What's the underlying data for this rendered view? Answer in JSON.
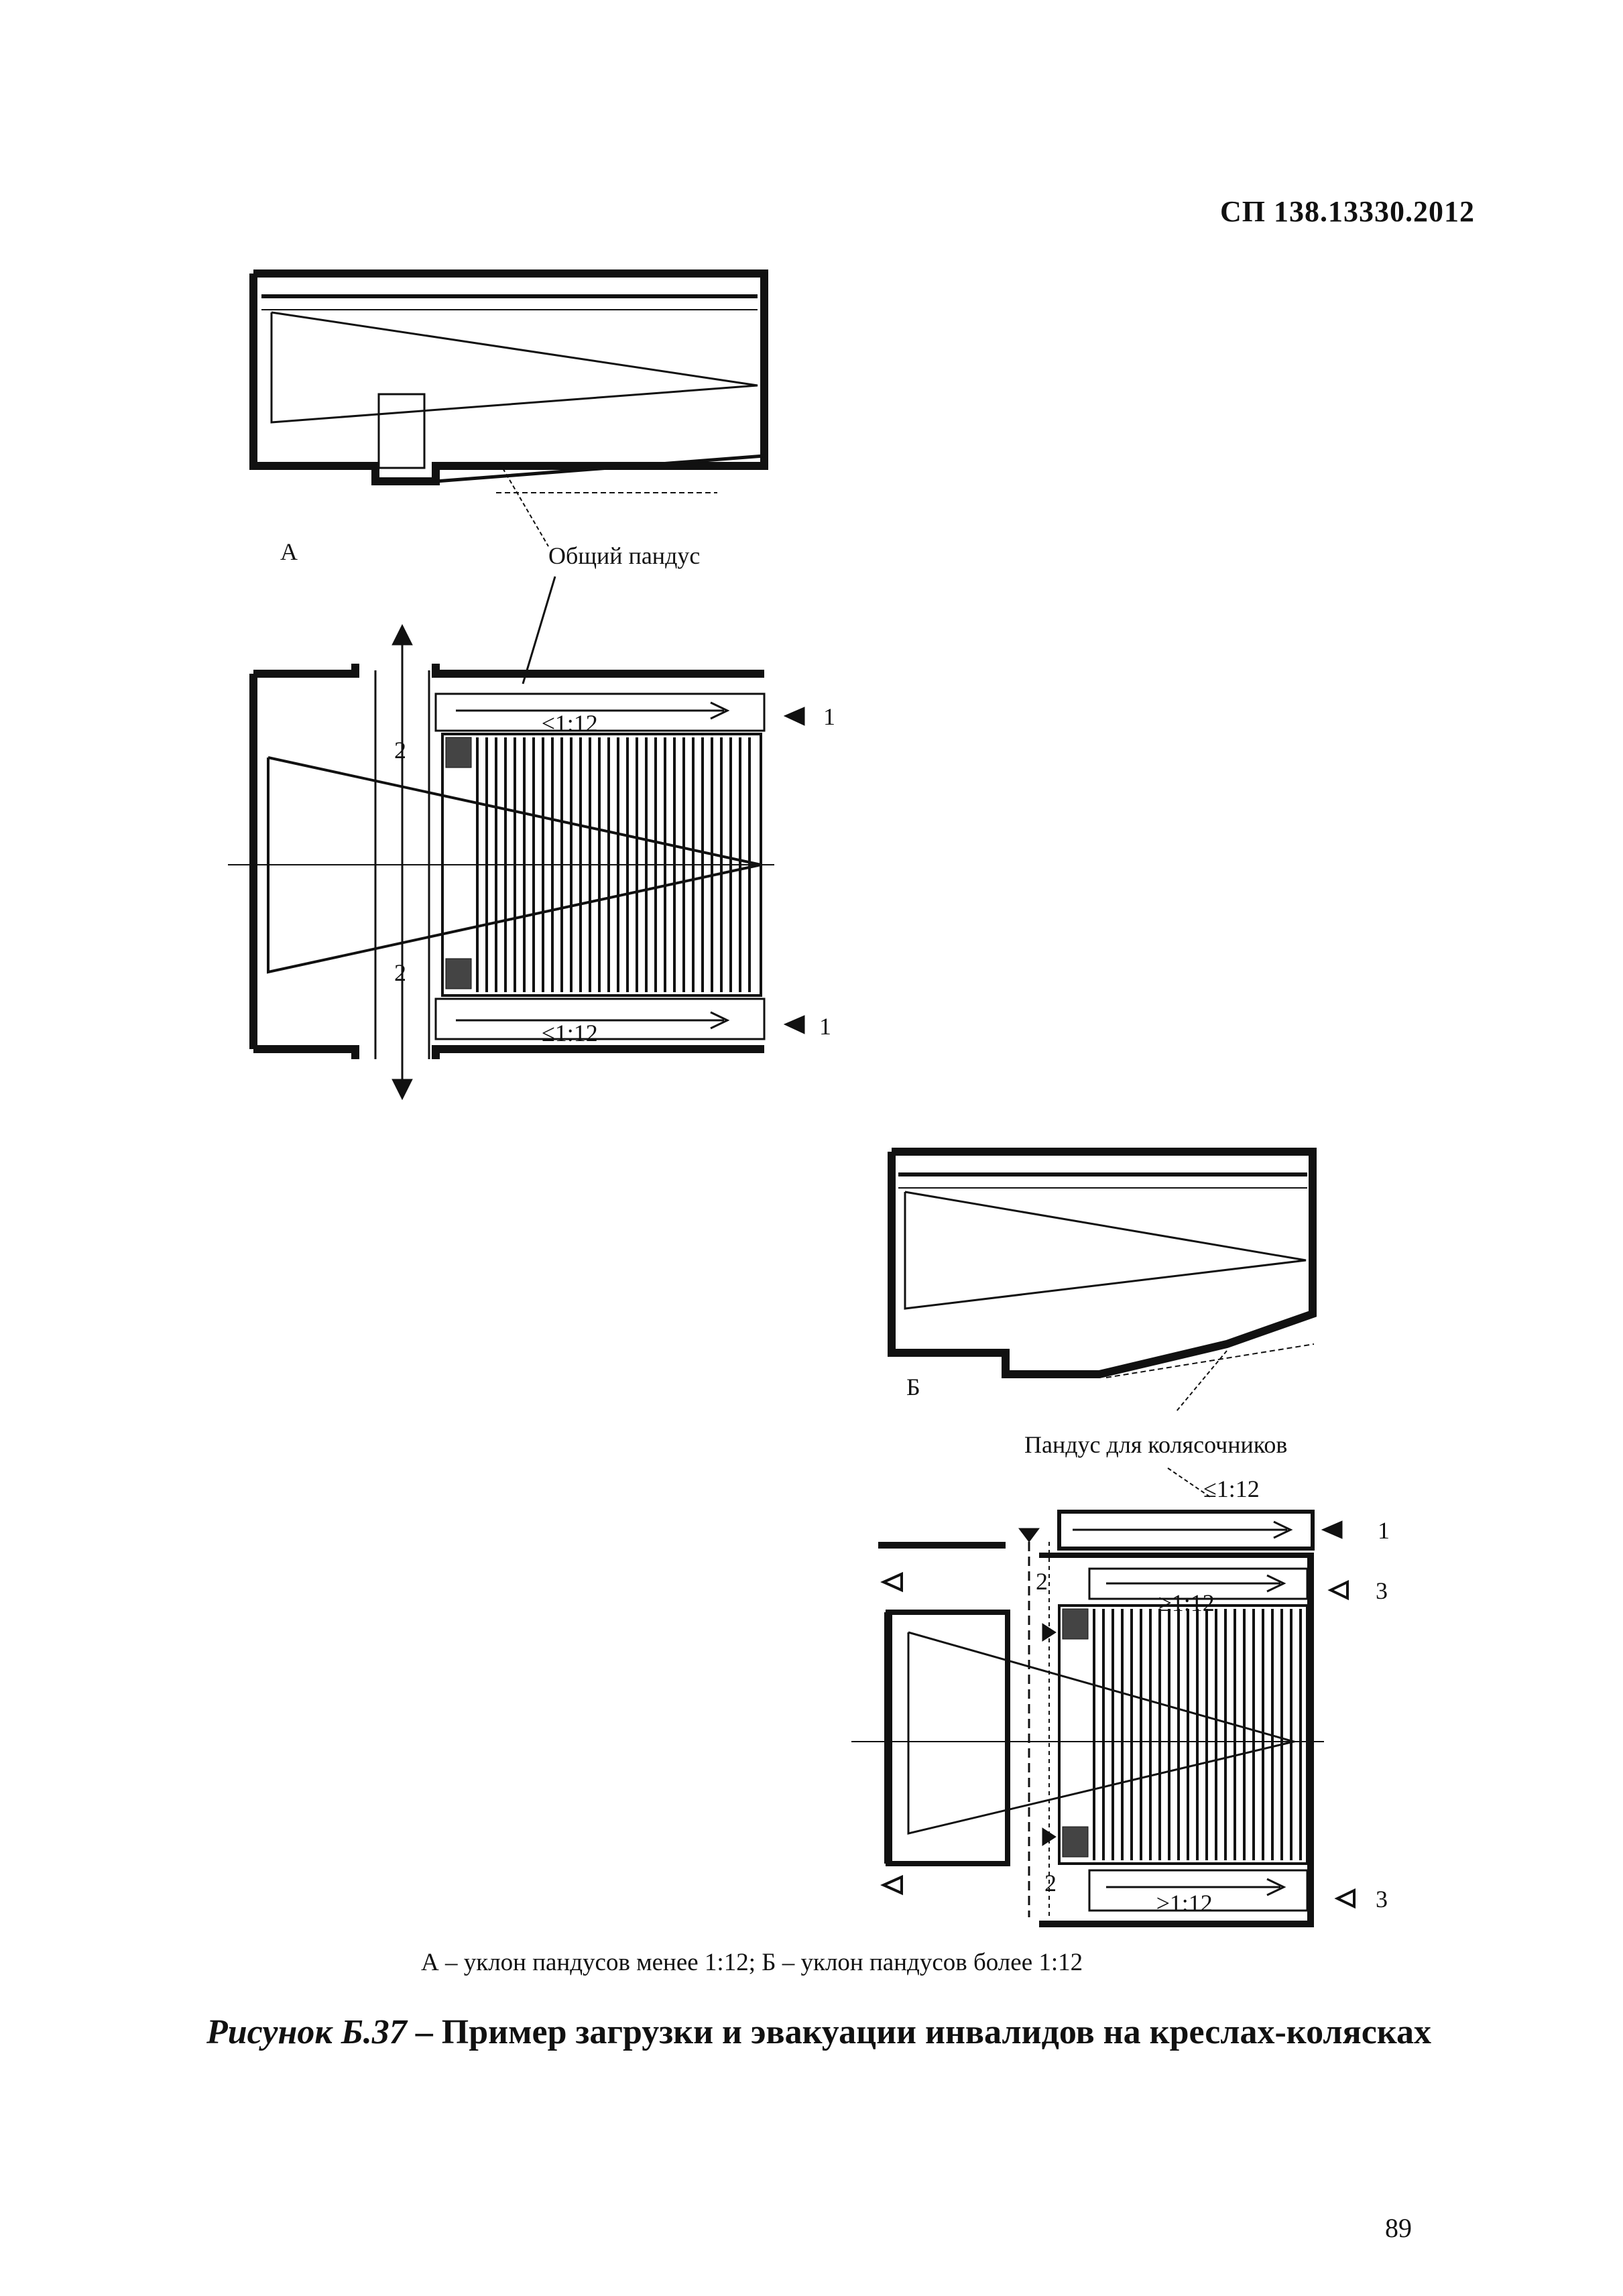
{
  "header": {
    "doc_code": "СП 138.13330.2012"
  },
  "figure_a": {
    "variant_letter": "А",
    "ramp_callout": "Общий пандус",
    "slope_label": "≤1:12",
    "zone_label": "2",
    "marker_label": "1"
  },
  "figure_b": {
    "variant_letter": "Б",
    "ramp_callout": "Пандус для колясочников",
    "ramp_slope": "≤1:12",
    "stair_slope": "≥1:12",
    "zone_label": "2",
    "marker_1": "1",
    "marker_3": "3"
  },
  "captions": {
    "legend": "А – уклон пандусов менее 1:12; Б – уклон пандусов более 1:12",
    "figure_prefix": "Рисунок Б.37",
    "figure_title": " – Пример загрузки и эвакуации инвалидов на креслах-колясках"
  },
  "page_number": "89"
}
